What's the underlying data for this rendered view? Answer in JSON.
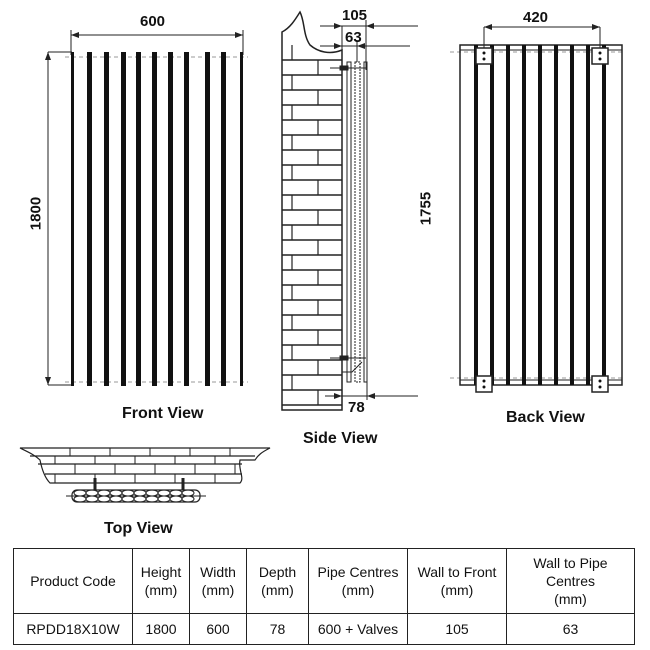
{
  "views": {
    "front": {
      "label": "Front View",
      "width_dim": "600",
      "height_dim": "1800"
    },
    "side": {
      "label": "Side View",
      "wall_to_front_dim": "105",
      "wall_to_pipe_dim": "63",
      "depth_dim": "78"
    },
    "back": {
      "label": "Back View",
      "bracket_centres_dim": "420",
      "bracket_height_dim": "1755"
    },
    "top": {
      "label": "Top View"
    }
  },
  "table": {
    "headers": [
      [
        "Product Code"
      ],
      [
        "Height",
        "(mm)"
      ],
      [
        "Width",
        "(mm)"
      ],
      [
        "Depth",
        "(mm)"
      ],
      [
        "Pipe Centres",
        "(mm)"
      ],
      [
        "Wall to Front",
        "(mm)"
      ],
      [
        "Wall to Pipe",
        "Centres",
        "(mm)"
      ]
    ],
    "rows": [
      [
        "RPDD18X10W",
        "1800",
        "600",
        "78",
        "600 + Valves",
        "105",
        "63"
      ]
    ]
  }
}
